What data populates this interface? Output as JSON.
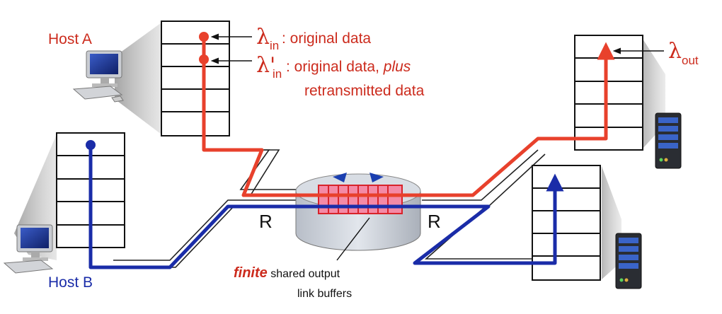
{
  "labels": {
    "host_a": "Host A",
    "host_b": "Host B",
    "lambda_symbol": "λ",
    "lambda_prime_symbol": "λ'",
    "sub_in": "in",
    "sub_out": "out",
    "lambda_in_desc": ": original data",
    "lambda_prime_desc_1": ": original data, ",
    "lambda_prime_desc_plus": "plus",
    "lambda_prime_desc_2": "retransmitted data",
    "rate_left": "R",
    "rate_right": "R",
    "finite": "finite",
    "buffers_1": " shared output",
    "buffers_2": "link buffers"
  },
  "colors": {
    "red_flow": "#e8412c",
    "blue_flow": "#1a2ca8",
    "label_red": "#cc2b1d",
    "buffer_fill": "#f48aa6",
    "buffer_stroke": "#d8232a"
  },
  "icons": [
    "desktop-computer-icon",
    "server-tower-icon",
    "router-icon"
  ]
}
